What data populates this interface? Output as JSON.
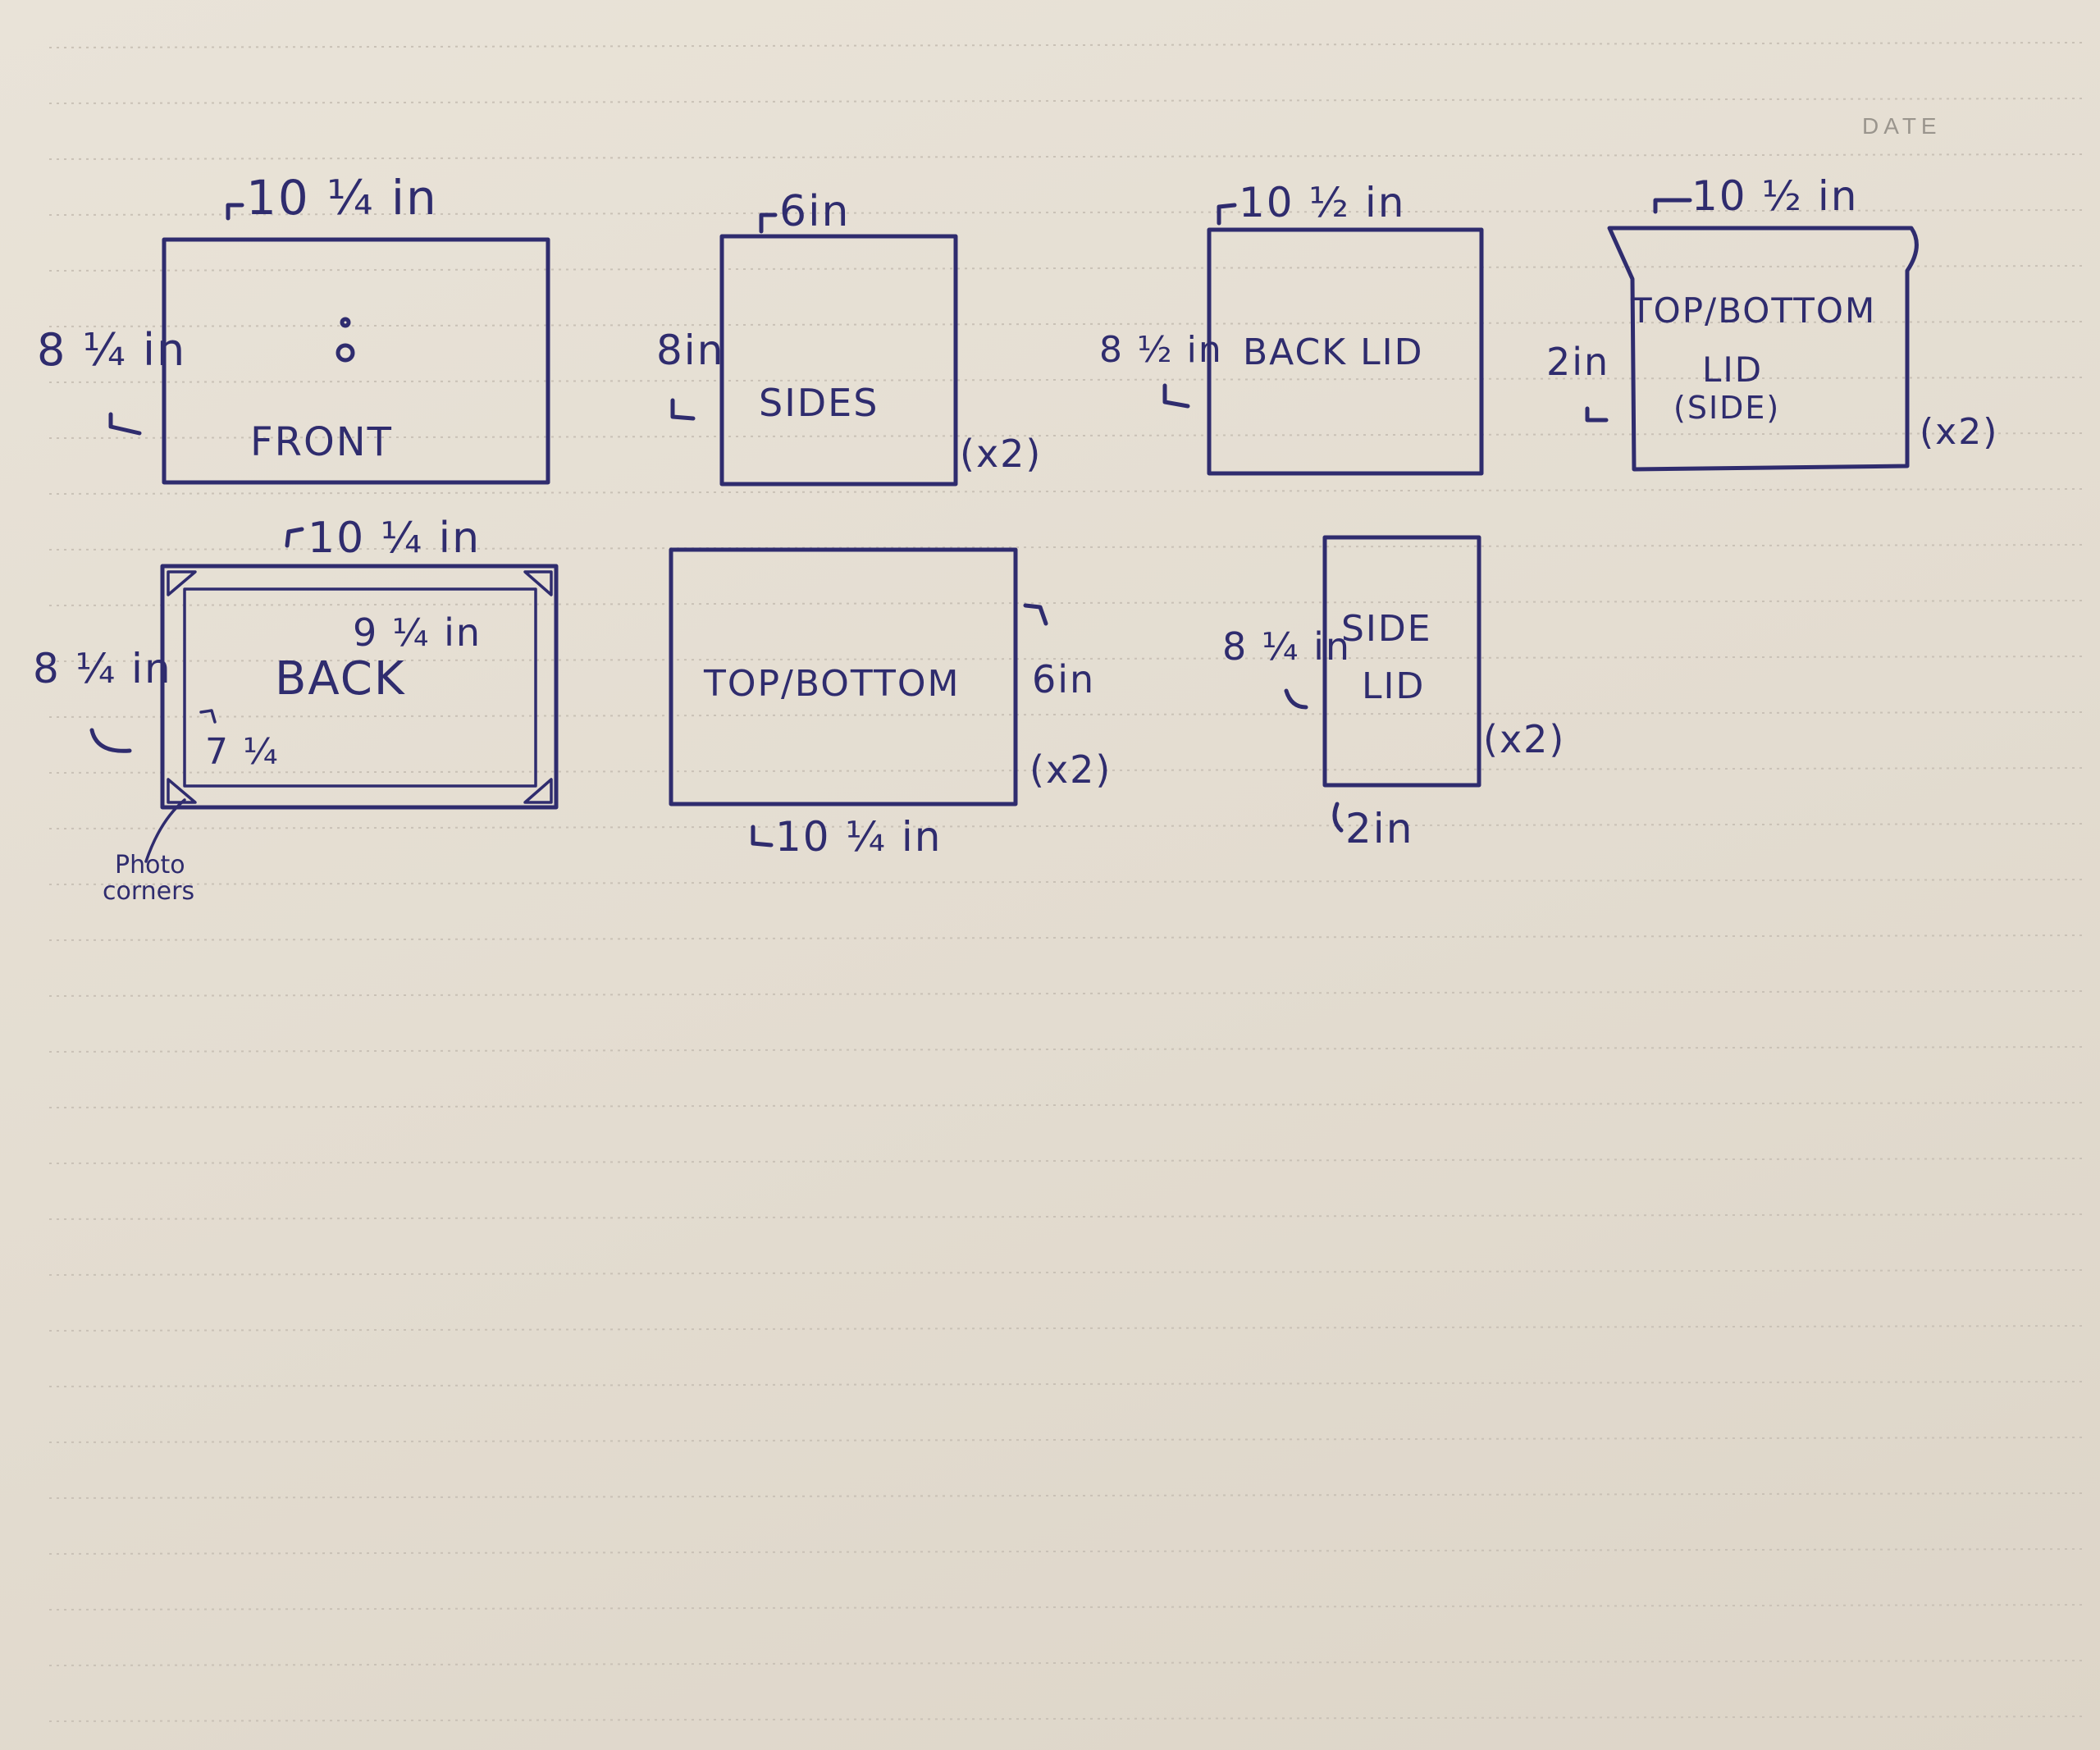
{
  "header": {
    "date_label": "DATE"
  },
  "ink_color": "#2f2c6e",
  "panels": {
    "front": {
      "label": "FRONT",
      "width": "10 ¼ in",
      "height": "8 ¼ in"
    },
    "sides": {
      "label": "SIDES",
      "width": "6in",
      "height": "8in",
      "count": "(x2)"
    },
    "back_lid": {
      "label": "BACK LID",
      "width": "10 ½ in",
      "height": "8 ½ in"
    },
    "top_bottom_lid": {
      "label_line1": "TOP/BOTTOM",
      "label_line2": "LID",
      "label_line3": "(SIDE)",
      "width": "10 ½ in",
      "height": "2in",
      "count": "(x2)"
    },
    "back": {
      "label": "BACK",
      "width": "10 ¼ in",
      "height": "8 ¼ in",
      "inner_width": "9 ¼ in",
      "inner_height": "7 ¼",
      "note_line1": "Photo",
      "note_line2": "corners"
    },
    "top_bottom": {
      "label": "TOP/BOTTOM",
      "width": "10 ¼ in",
      "height": "6in",
      "count": "(x2)"
    },
    "side_lid": {
      "label_line1": "SIDE",
      "label_line2": "LID",
      "width": "2in",
      "height": "8 ¼ in",
      "count": "(x2)"
    }
  }
}
